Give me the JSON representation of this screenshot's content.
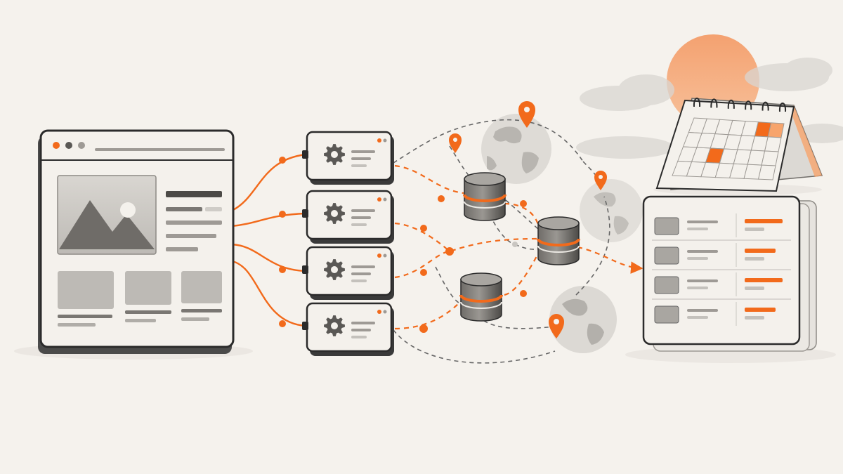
{
  "diagram": {
    "colors": {
      "background": "#f5f2ed",
      "accent": "#f26a1b",
      "accent_soft": "#f7a46c",
      "panel": "#f4f1ec",
      "panel_inner": "#e9e6e1",
      "outline": "#2b2b2b",
      "line_gray": "#666666",
      "muted": "#9e9a95",
      "dark_gray": "#5a5855"
    },
    "source_window": {
      "icon": "browser-window-icon",
      "window_dots": [
        "accent",
        "dark_gray",
        "muted"
      ],
      "hero_icon": "image-placeholder-icon",
      "thumbnail_count": 3
    },
    "workers": {
      "icon": "gear-icon",
      "count": 4
    },
    "databases": {
      "icon": "database-icon",
      "count": 3
    },
    "map_markers": {
      "icon": "location-pin-icon",
      "count": 4
    },
    "globes": {
      "icon": "globe-icon",
      "count": 3
    },
    "calendar": {
      "icon": "calendar-icon",
      "ring_count": 6,
      "highlighted_cells": 3
    },
    "sun": {
      "icon": "sun-icon"
    },
    "clouds": {
      "icon": "cloud-icon"
    },
    "result_panel": {
      "icon": "results-list-icon",
      "row_count": 4
    },
    "flow": {
      "source_to_workers": "solid",
      "worker_to_database": "dashed",
      "database_to_result": "dashed",
      "arrowhead": "result-panel"
    }
  }
}
